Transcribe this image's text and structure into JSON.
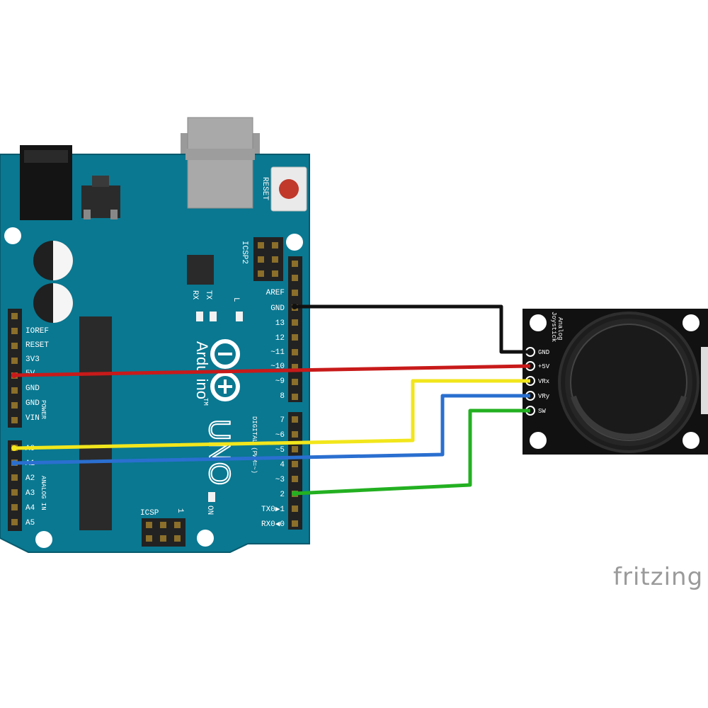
{
  "board": {
    "reset": "RESET",
    "icsp2": "ICSP2",
    "icsp": "ICSP",
    "icsp_pin1": "1",
    "tx": "TX",
    "rx": "RX",
    "l": "L",
    "on": "ON",
    "brand": "Ardu ino",
    "tm": "TM",
    "model": "UNO",
    "digital": "DIGITAL (PWM=~)",
    "power": "POWER",
    "analog": "ANALOG IN",
    "left_labels": [
      "IOREF",
      "RESET",
      "3V3",
      "5V",
      "GND",
      "GND",
      "VIN"
    ],
    "analog_labels": [
      "A0",
      "A1",
      "A2",
      "A3",
      "A4",
      "A5"
    ],
    "right_top_labels": [
      "AREF",
      "GND",
      "13",
      "12",
      "~11",
      "~10",
      "~9",
      "8"
    ],
    "right_bottom_labels": [
      "7",
      "~6",
      "~5",
      "4",
      "~3",
      "2",
      "TX0▶1",
      "RX0◀0"
    ]
  },
  "joystick": {
    "title1": "Analog",
    "title2": "Joystick",
    "pins": [
      "GND",
      "+5V",
      "VRx",
      "VRy",
      "SW"
    ]
  },
  "wires": [
    {
      "from": "GND",
      "to": "GND",
      "color": "#111111"
    },
    {
      "from": "5V",
      "to": "+5V",
      "color": "#c81a1a"
    },
    {
      "from": "A0",
      "to": "VRx",
      "color": "#f2e61c"
    },
    {
      "from": "A1",
      "to": "VRy",
      "color": "#2a6fd0"
    },
    {
      "from": "2",
      "to": "SW",
      "color": "#23b021"
    }
  ],
  "colors": {
    "board": "#0a7891",
    "board_edge": "#075a6d",
    "header": "#222222",
    "module": "#111111",
    "reset_button": "#c0392b"
  },
  "logo": "fritzing"
}
